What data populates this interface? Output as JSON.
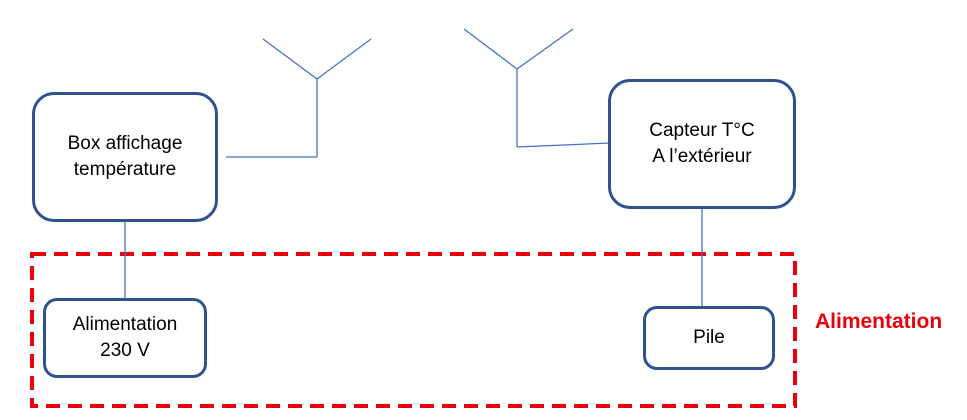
{
  "colors": {
    "node_border": "#2f528f",
    "connector": "#4472c4",
    "group_border": "#e8000b",
    "group_label": "#e8000b"
  },
  "nodes": {
    "display_box": {
      "line1": "Box affichage",
      "line2": "température"
    },
    "sensor": {
      "line1": "Capteur T°C",
      "line2": "A l’extérieur"
    },
    "mains_power": {
      "line1": "Alimentation",
      "line2": "230 V"
    },
    "battery": {
      "line1": "Pile"
    }
  },
  "group": {
    "label": "Alimentation"
  },
  "icons": [
    "antenna-icon",
    "antenna-icon"
  ]
}
